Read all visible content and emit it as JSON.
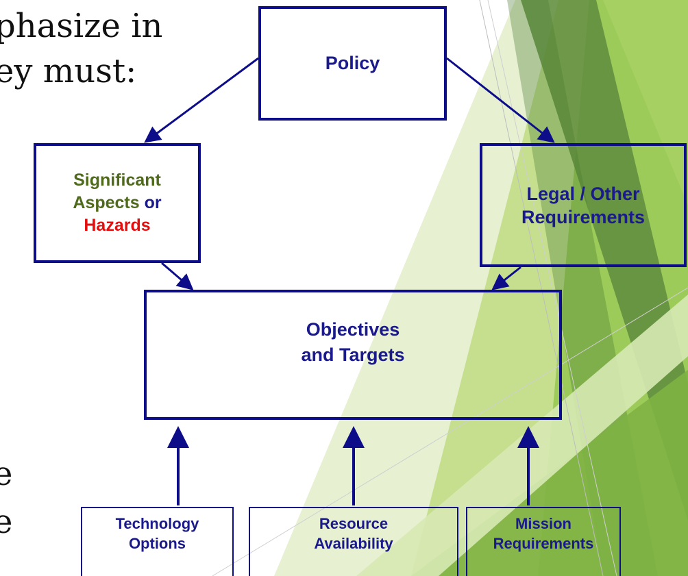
{
  "slide": {
    "text_line_1": "phasize in",
    "text_line_2": "ey must:",
    "text_line_3": "e",
    "text_line_4": "e"
  },
  "diagram": {
    "policy": "Policy",
    "aspects": {
      "word_significant": "Significant",
      "word_aspects": "Aspects",
      "word_or": " or",
      "word_hazards": "Hazards"
    },
    "legal": {
      "line_1": "Legal / Other",
      "line_2": "Requirements"
    },
    "objectives": {
      "line_1": "Objectives",
      "line_2": "and Targets"
    },
    "inputs": [
      {
        "line_1": "Technology",
        "line_2": "Options"
      },
      {
        "line_1": "Resource",
        "line_2": "Availability"
      },
      {
        "line_1": "Mission",
        "line_2": "Requirements"
      }
    ]
  },
  "colors": {
    "box_border": "#0d0d8a",
    "label_navy": "#1a1a8c",
    "label_green": "#4e6a1a",
    "label_red": "#e50d0d",
    "accent_green_light": "#c5df8f",
    "accent_green_mid": "#8fc14a",
    "accent_green_dark": "#5f8c3d"
  }
}
